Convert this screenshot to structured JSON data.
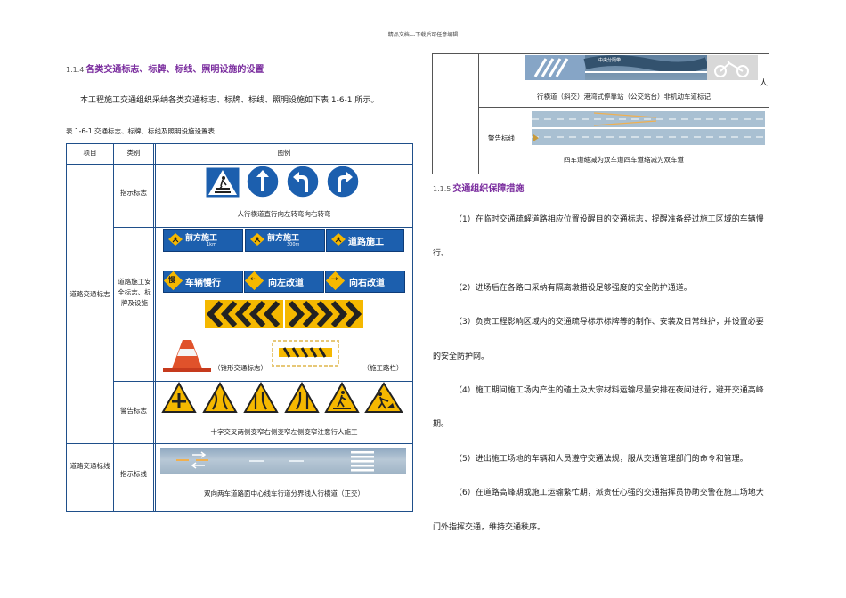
{
  "header": "精品文档---下载后可任意编辑",
  "left": {
    "sec_num": "1.1.4",
    "sec_title": "各类交通标志、标牌、标线、照明设施的设置",
    "intro": "本工程施工交通组织采纳各类交通标志、标牌、标线、照明设施如下表 1-6-1 所示。",
    "table_caption": "表 1-6-1 交通标志、标牌、标线及照明设施设置表",
    "table": {
      "col1": "项目",
      "col2": "类别",
      "col3": "图例",
      "item1": "道路交通标志",
      "item2": "道路交通标线",
      "cat_indicate": "指示标志",
      "cat_construction": "道路施工安全标志、标牌及设施",
      "cat_warning": "警告标志",
      "cat_marking": "指示标线",
      "cap_indicate": "人行横道直行向左转弯向右转弯",
      "cap_cone": "（锥形交通标志）",
      "cap_barrier": "（施工路栏）",
      "cap_warning": "十字交叉两侧变窄右侧变窄左侧变窄注意行人施工",
      "cap_marking": "双向两车道路面中心线车行道分界线人行横道（正交）"
    },
    "boards": {
      "b1": "前方施工",
      "b1_sub": "1km",
      "b2": "前方施工",
      "b2_sub": "300m",
      "b3": "道路施工",
      "b4": "车辆慢行",
      "b4_icon": "慢",
      "b5": "向左改道",
      "b6": "向右改道"
    }
  },
  "right": {
    "top_label": "中央分隔带",
    "cap_marking": "行横道（斜交）港湾式停靠站（公交站台）非机动车道标记",
    "side_char": "人",
    "cat_warning": "警告标线",
    "cap_warning": "四车道缩减为双车道四车道缩减为双车道",
    "sec_num": "1.1.5",
    "sec_title": "交通组织保障措施",
    "paras": [
      "（1）在临时交通疏解道路相应位置设醒目的交通标志，提醒准备经过施工区域的车辆慢",
      "行。",
      "（2）进场后在各路口采纳有隔离墩措设足够强度的安全防护通道。",
      "（3）负责工程影响区域内的交通疏导标示标牌等的制作、安装及日常维护，并设置必要",
      "的安全防护网。",
      "（4）施工期间施工场内产生的碴土及大宗材料运输尽量安排在夜间进行，避开交通高峰",
      "期。",
      "（5）进出施工场地的车辆和人员遵守交通法规，服从交通管理部门的命令和管理。",
      "（6）在道路高峰期或施工运输繁忙期，派责任心强的交通指挥员协助交警在施工场地大",
      "门外指挥交通，维持交通秩序。"
    ]
  },
  "colors": {
    "heading": "#7a2c9e",
    "table_border": "#1f4f8a",
    "sign_blue": "#1c5fae",
    "warn_yellow": "#f5b800"
  }
}
